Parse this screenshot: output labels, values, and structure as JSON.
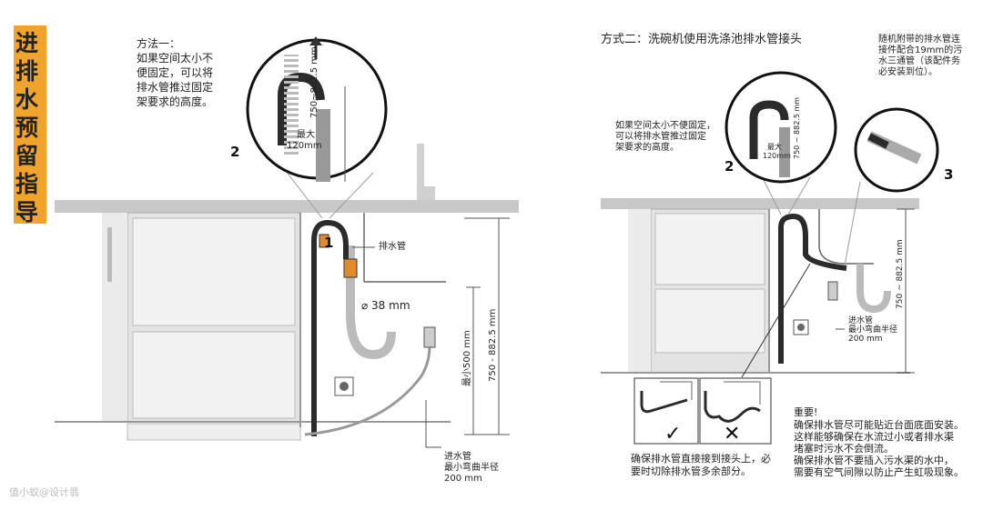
{
  "title": "进排水预留指导",
  "left": {
    "method_label": "方法一：",
    "method_text": "如果空间太小不\n便固定，可以将\n排水管推过固定\n架要求的高度。",
    "zoom_max": "最大",
    "zoom_120": "120mm",
    "zoom_height": "750~882.5 mm",
    "callout_1": "1",
    "callout_2": "2",
    "drain_label": "排水管",
    "pipe_dia": "⌀ 38 mm",
    "min_500": "最小500 mm",
    "height_range": "750 - 882.5 mm",
    "inlet_note": "进水管\n最小弯曲半径\n200 mm"
  },
  "right": {
    "method_title": "方式二：洗碗机使用洗涤池排水管接头",
    "note_small": "如果空间太小不便固定，\n可以将排水管推过固定\n架要求的高度。",
    "accessory_note": "随机附带的排水管连\n接件配合19mm的污\n水三通管（该配件务\n必安装到位）。",
    "callout_2": "2",
    "callout_3": "3",
    "zoom_max": "最大",
    "zoom_120": "120mm",
    "zoom_height": "750 ~ 882.5 mm",
    "height_range": "750 ~ 882.5 mm",
    "inlet_note": "进水管\n最小弯曲半径\n200 mm",
    "direct_note": "确保排水管直接接到接头上，必\n要时切除排水管多余部分。",
    "important_title": "重要!",
    "important_text": "确保排水管尽可能贴近台面底面安装。\n这样能够确保在水流过小或者排水渠\n堵塞时污水不会倒流。\n确保排水管不要插入污水渠的水中，\n需要有空气间隙以防止产生虹吸现象。"
  },
  "watermark": "值小蚁@设计翡",
  "colors": {
    "accent": "#f0a42c",
    "countertop": "#c8c8c8",
    "cabinet": "#e3e3e3",
    "hose": "#2b2b2b",
    "zoom": "#9a9a9a"
  }
}
